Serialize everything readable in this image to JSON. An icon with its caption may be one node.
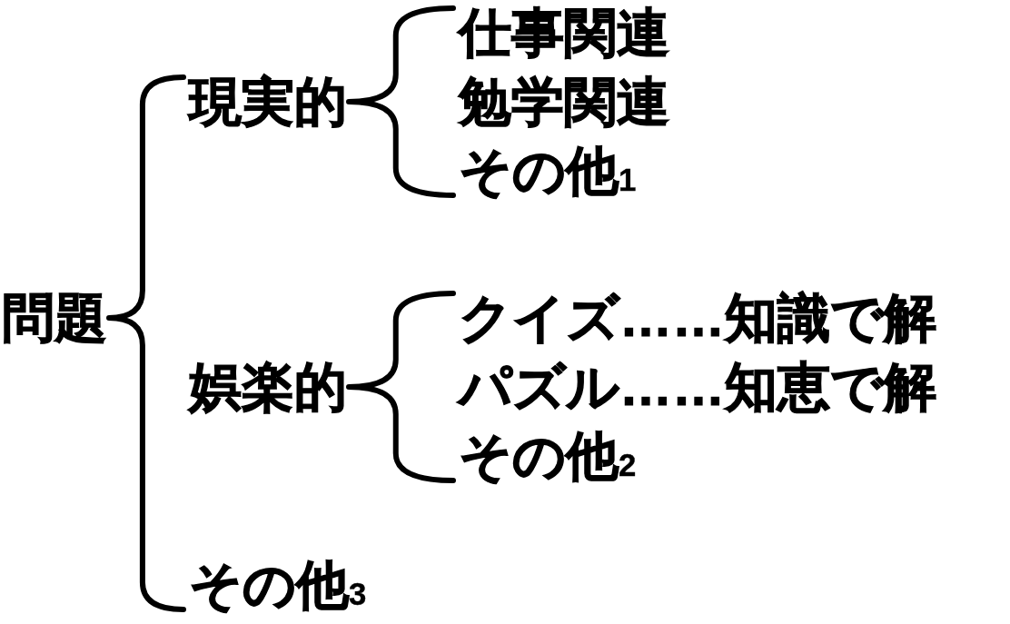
{
  "diagram": {
    "nodes": [
      {
        "text": [
          "問題"
        ]
      },
      {
        "text": [
          "現実的"
        ]
      },
      {
        "text": [
          "仕事関連"
        ]
      },
      {
        "text": [
          "勉学関連"
        ]
      },
      {
        "text": [
          "その他$_{1}$"
        ]
      },
      {
        "text": [
          "娯楽的"
        ]
      },
      {
        "text": [
          "クイズ……知識で解"
        ]
      },
      {
        "text": [
          "パズル……知恵で解"
        ]
      },
      {
        "text": [
          "その他$_{2}$"
        ]
      },
      {
        "text": [
          "その他$_{3}$"
        ]
      }
    ],
    "edges": [
      {
        "from": 0,
        "to": 1,
        "arrow": "none"
      },
      {
        "from": 0,
        "to": 9,
        "arrow": "none"
      },
      {
        "from": 1,
        "to": 2,
        "arrow": "none"
      },
      {
        "from": 1,
        "to": 4,
        "arrow": "none"
      },
      {
        "from": 5,
        "to": 6,
        "arrow": "none"
      },
      {
        "from": 5,
        "to": 8,
        "arrow": "none"
      }
    ]
  }
}
